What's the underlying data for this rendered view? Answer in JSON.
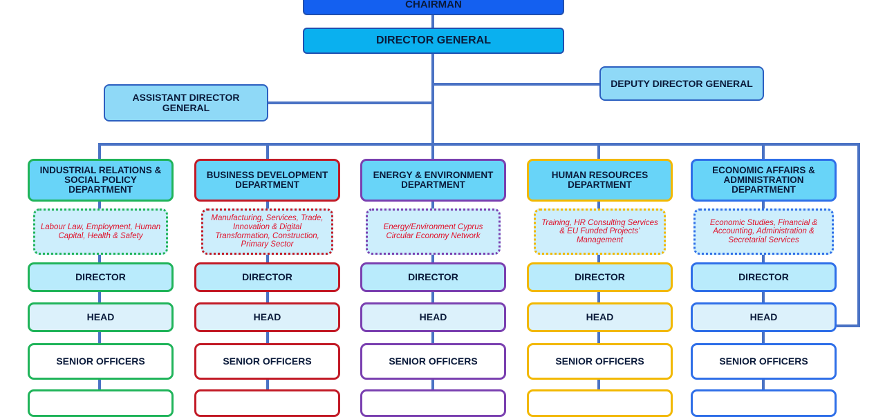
{
  "chart": {
    "chairman": "CHAIRMAN",
    "director_general": "DIRECTOR GENERAL",
    "deputy_director_general": "DEPUTY DIRECTOR GENERAL",
    "assistant_director_general": "ASSISTANT DIRECTOR GENERAL"
  },
  "departments": [
    {
      "color": "#20b45a",
      "name": "INDUSTRIAL RELATIONS & SOCIAL POLICY DEPARTMENT",
      "areas": "Labour Law, Employment, Human Capital, Health & Safety",
      "director": "DIRECTOR",
      "head": "HEAD",
      "senior": "SENIOR OFFICERS"
    },
    {
      "color": "#c21a26",
      "name": "BUSINESS DEVELOPMENT DEPARTMENT",
      "areas": "Manufacturing, Services, Trade, Innovation & Digital Transformation, Construction, Primary Sector",
      "director": "DIRECTOR",
      "head": "HEAD",
      "senior": "SENIOR OFFICERS"
    },
    {
      "color": "#7a40b0",
      "name": "ENERGY & ENVIRONMENT DEPARTMENT",
      "areas": "Energy/Environment Cyprus Circular Economy Network",
      "director": "DIRECTOR",
      "head": "HEAD",
      "senior": "SENIOR OFFICERS"
    },
    {
      "color": "#f2b800",
      "name": "HUMAN RESOURCES DEPARTMENT",
      "areas": "Training, HR Consulting Services & EU Funded Projects’ Management",
      "director": "DIRECTOR",
      "head": "HEAD",
      "senior": "SENIOR OFFICERS"
    },
    {
      "color": "#2f6fe8",
      "name": "ECONOMIC AFFAIRS & ADMINISTRATION DEPARTMENT",
      "areas": "Economic Studies, Financial & Accounting, Administration & Secretarial Services",
      "director": "DIRECTOR",
      "head": "HEAD",
      "senior": "SENIOR OFFICERS"
    }
  ],
  "line_color": "#4a72c4"
}
